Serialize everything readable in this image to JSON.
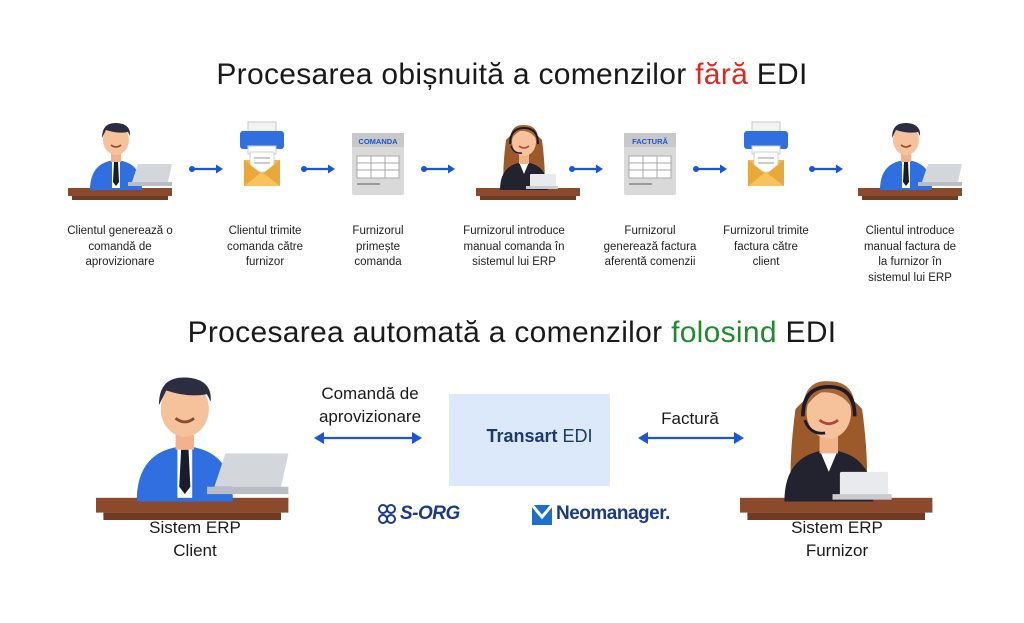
{
  "title_top": {
    "pre": "Procesarea obișnuită a comenzilor ",
    "highlight": "fără",
    "post": " EDI",
    "highlight_color": "#e0261d"
  },
  "title_bottom": {
    "pre": "Procesarea automată a comenzilor ",
    "highlight": "folosind",
    "post": " EDI",
    "highlight_color": "#1f8a2e"
  },
  "steps": [
    {
      "icon": "man-at-laptop-icon",
      "lines": [
        "Clientul generează o",
        "comandă de",
        "aprovizionare"
      ]
    },
    {
      "icon": "printer-envelope-icon",
      "lines": [
        "Clientul trimite",
        "comanda către",
        "furnizor"
      ]
    },
    {
      "icon": "order-document-icon",
      "doc_label": "COMANDA",
      "lines": [
        "Furnizorul",
        "primește",
        "comanda"
      ]
    },
    {
      "icon": "woman-at-laptop-icon",
      "lines": [
        "Furnizorul introduce",
        "manual comanda în",
        "sistemul lui ERP"
      ]
    },
    {
      "icon": "invoice-document-icon",
      "doc_label": "FACTURĂ",
      "lines": [
        "Furnizorul",
        "generează factura",
        "aferentă comenzii"
      ]
    },
    {
      "icon": "printer-envelope-icon",
      "lines": [
        "Furnizorul trimite",
        "factura către",
        "client"
      ]
    },
    {
      "icon": "man-at-laptop-icon",
      "lines": [
        "Clientul introduce",
        "manual factura de",
        "la furnizor în",
        "sistemul lui ERP"
      ]
    }
  ],
  "edi": {
    "left_label": [
      "Comandă de",
      "aprovizionare"
    ],
    "right_label": "Factură",
    "center_brand_bold": "Transart",
    "center_brand_thin": " EDI",
    "client_label": [
      "Sistem ERP",
      "Client"
    ],
    "supplier_label": [
      "Sistem ERP",
      "Furnizor"
    ],
    "partner_logos": [
      "S-ORG",
      "Neomanager."
    ]
  },
  "colors": {
    "arrow": "#1a56d6",
    "shirt": "#2f6fe0",
    "hair": "#2b2d42",
    "desk": "#8b4a2b",
    "paper": "#d9d9d9",
    "printer": "#2f6fe0",
    "envelope": "#f2b84b"
  }
}
